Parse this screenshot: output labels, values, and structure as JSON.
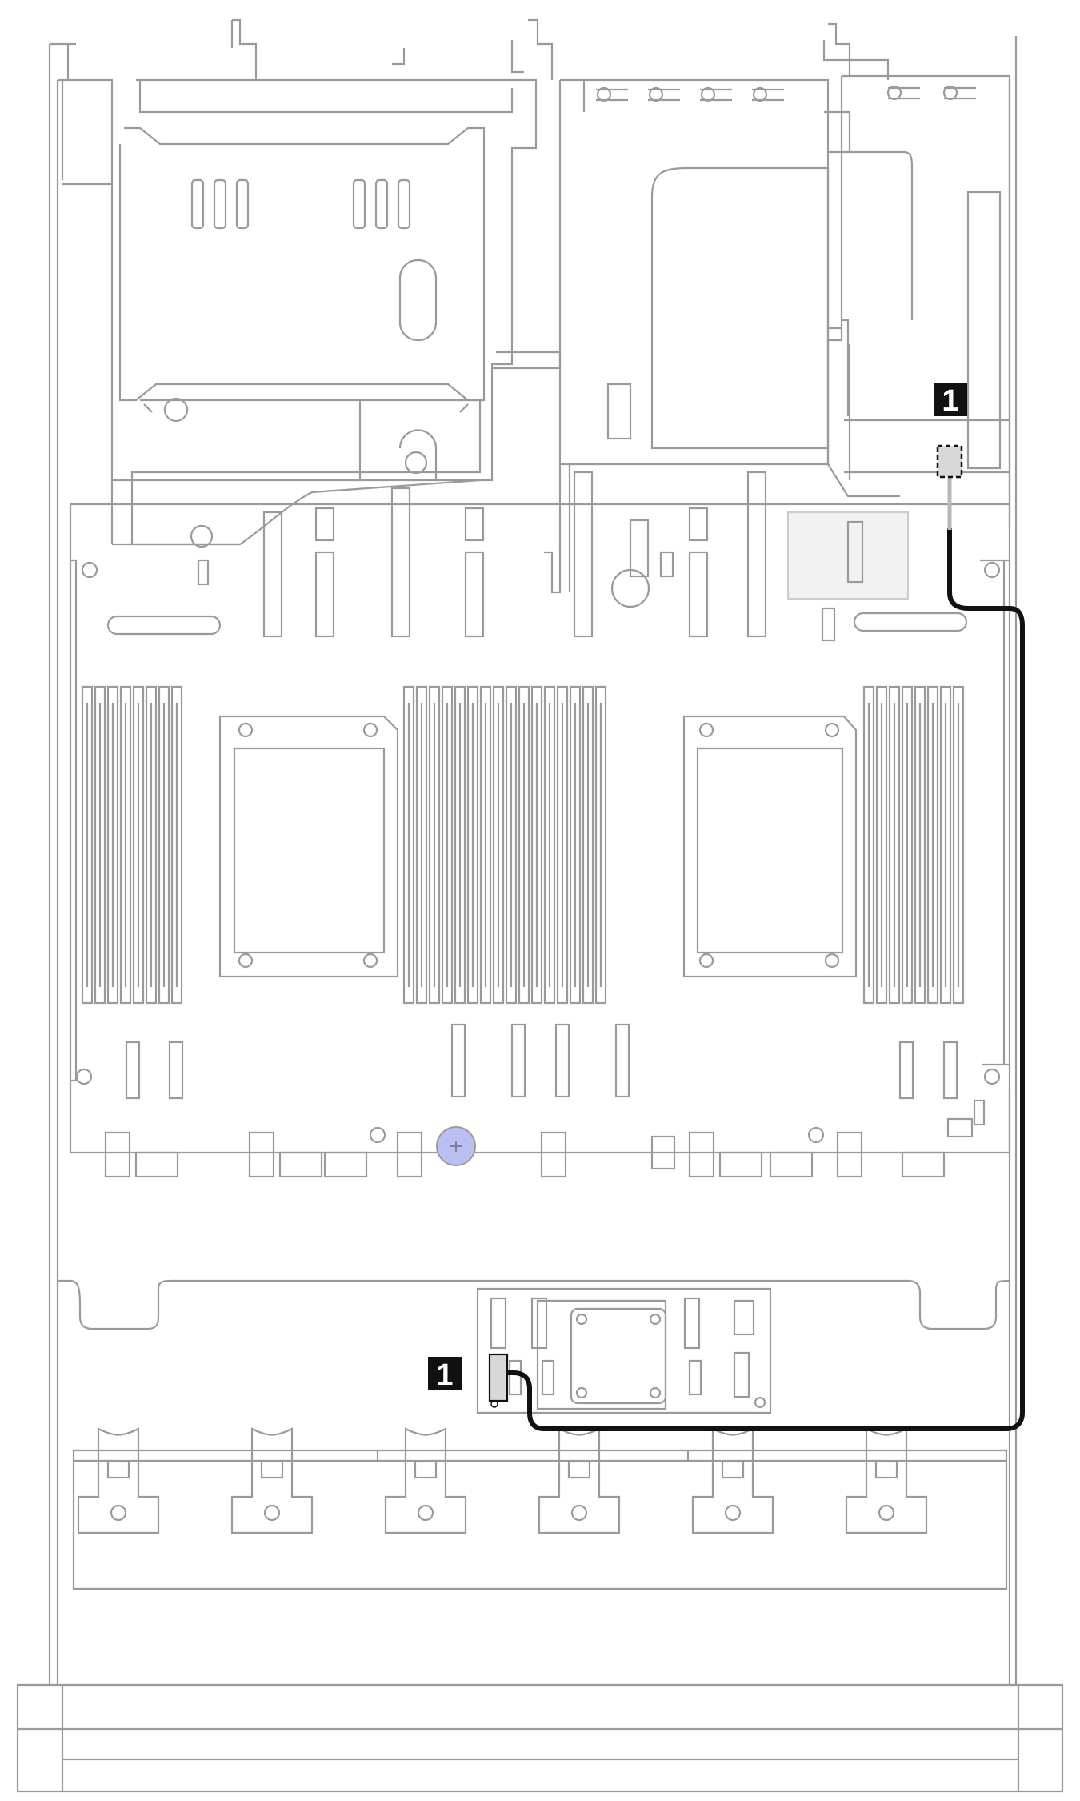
{
  "diagram": {
    "callouts": [
      {
        "id": "riser-connector-callout",
        "label": "1"
      },
      {
        "id": "board-connector-callout",
        "label": "1"
      }
    ],
    "colors": {
      "outline": "#9a9a9a",
      "cable": "#111111",
      "cable_light": "#b8b8b8",
      "callout_bg": "#111111",
      "callout_text": "#ffffff",
      "connector_fill": "#d8d8d8",
      "battery_fill": "#b9bff0",
      "highlight_fill": "#f2f2f2"
    }
  }
}
